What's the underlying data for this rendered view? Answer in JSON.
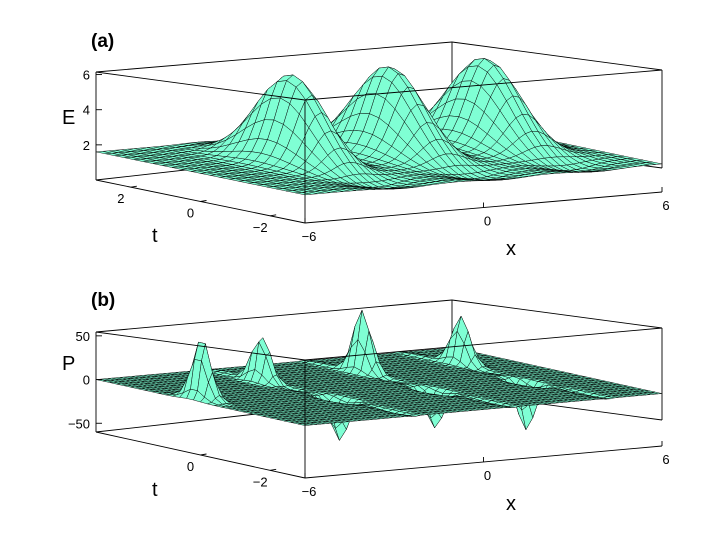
{
  "colors": {
    "surface_fill": "#7fffd4",
    "mesh_line": "#000000",
    "frame": "#000000"
  },
  "chart_data": [
    {
      "type": "surface",
      "panel_label": "(a)",
      "xlabel": "x",
      "ylabel": "t",
      "zlabel": "E",
      "xlim": [
        -6,
        6
      ],
      "ylim": [
        -3,
        3
      ],
      "zlim": [
        0,
        7
      ],
      "x_ticks": [
        -6,
        0,
        6
      ],
      "x_tick_labels": [
        "−6",
        "0",
        "6"
      ],
      "y_ticks": [
        -2,
        0,
        2
      ],
      "y_tick_labels": [
        "−2",
        "0",
        "2"
      ],
      "z_ticks": [
        2,
        4,
        6
      ],
      "z_tick_labels": [
        "2",
        "4",
        "6"
      ],
      "background_level": 1.6,
      "peaks": [
        {
          "x": -2.6,
          "t": 0.3,
          "height": 6.6
        },
        {
          "x": 0.7,
          "t": 0.3,
          "height": 6.6
        },
        {
          "x": 3.9,
          "t": 0.3,
          "height": 6.6
        }
      ],
      "grid": false
    },
    {
      "type": "surface",
      "panel_label": "(b)",
      "xlabel": "x",
      "ylabel": "t",
      "zlabel": "P",
      "xlim": [
        -6,
        6
      ],
      "ylim": [
        -3,
        3
      ],
      "zlim": [
        -60,
        75
      ],
      "x_ticks": [
        -6,
        0,
        6
      ],
      "x_tick_labels": [
        "−6",
        "0",
        "6"
      ],
      "y_ticks": [
        -2,
        0
      ],
      "y_tick_labels": [
        "−2",
        "0"
      ],
      "z_ticks": [
        -50,
        0,
        50
      ],
      "z_tick_labels": [
        "−50",
        "0",
        "50"
      ],
      "background_level": 0,
      "spikes": [
        {
          "x": -5.6,
          "t": 0.3,
          "height": 70
        },
        {
          "x": -2.3,
          "t": 1.4,
          "height": 55
        },
        {
          "x": -2.3,
          "t": -0.8,
          "height": -50
        },
        {
          "x": 1.1,
          "t": 1.4,
          "height": 72
        },
        {
          "x": 0.9,
          "t": -0.8,
          "height": -45
        },
        {
          "x": 4.4,
          "t": 1.4,
          "height": 55
        },
        {
          "x": 4.0,
          "t": -0.8,
          "height": -55
        }
      ],
      "grid": false
    }
  ]
}
